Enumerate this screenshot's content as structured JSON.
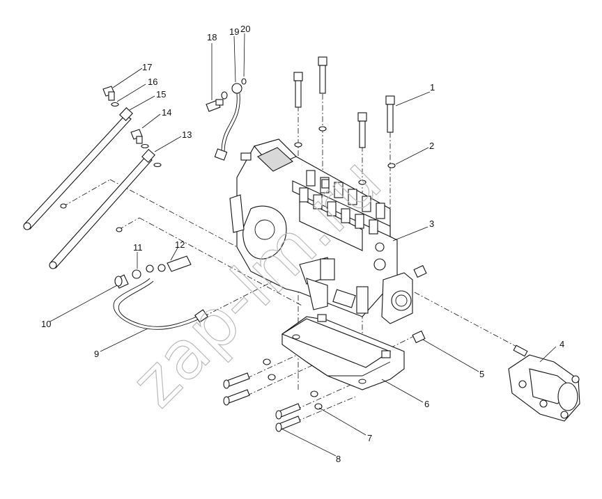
{
  "watermark": "zap-lm.ru",
  "callouts": [
    {
      "id": "c1",
      "label": "1"
    },
    {
      "id": "c2",
      "label": "2"
    },
    {
      "id": "c3",
      "label": "3"
    },
    {
      "id": "c4",
      "label": "4"
    },
    {
      "id": "c5",
      "label": "5"
    },
    {
      "id": "c6",
      "label": "6"
    },
    {
      "id": "c7",
      "label": "7"
    },
    {
      "id": "c8",
      "label": "8"
    },
    {
      "id": "c9",
      "label": "9"
    },
    {
      "id": "c10",
      "label": "10"
    },
    {
      "id": "c11",
      "label": "11"
    },
    {
      "id": "c12",
      "label": "12"
    },
    {
      "id": "c13",
      "label": "13"
    },
    {
      "id": "c14",
      "label": "14"
    },
    {
      "id": "c15",
      "label": "15"
    },
    {
      "id": "c16",
      "label": "16"
    },
    {
      "id": "c17",
      "label": "17"
    },
    {
      "id": "c18",
      "label": "18"
    },
    {
      "id": "c19",
      "label": "19"
    },
    {
      "id": "c20",
      "label": "20"
    }
  ]
}
